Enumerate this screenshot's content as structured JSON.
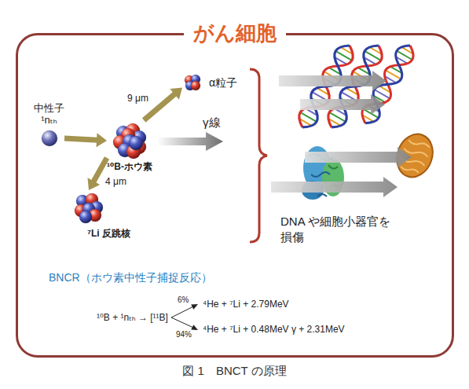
{
  "diagram": {
    "caption": "図 1　BNCT の原理",
    "nodes": [
      {
        "text": [
          "がん細胞"
        ]
      },
      {
        "text": [
          "中性子",
          "¹nₜₕ"
        ],
        "in": 0
      },
      {
        "text": [
          "¹⁰B-ホウ素"
        ],
        "in": 0
      },
      {
        "text": [
          "α粒子"
        ],
        "in": 0
      },
      {
        "text": [
          "⁷Li 反跳核"
        ],
        "in": 0
      }
    ],
    "edges": [
      {
        "from": 1,
        "to": 2,
        "arrow": "to"
      },
      {
        "from": 2,
        "to": 3,
        "arrow": "to",
        "label": "9 μm"
      },
      {
        "from": 2,
        "to": 4,
        "arrow": "to",
        "label": "4 μm"
      }
    ],
    "labels": [
      "γ線",
      "DNA や細胞小器官を損傷",
      "BNCR（ホウ素中性子捕捉反応）",
      "¹⁰B + ¹nₜₕ → [¹¹B]",
      "6%",
      "⁴He + ⁷Li + 2.79MeV",
      "94%",
      "⁴He + ⁷Li + 0.48MeV γ + 2.31MeV"
    ]
  }
}
